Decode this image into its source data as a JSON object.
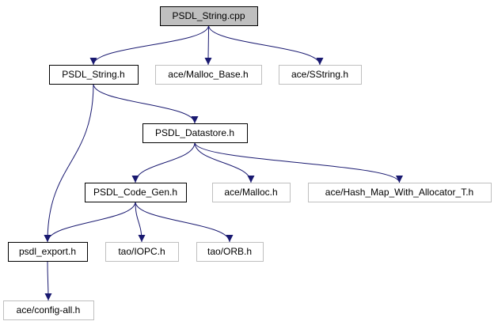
{
  "diagram": {
    "type": "include-dependency-graph",
    "colors": {
      "edge": "#191970",
      "focus_fill": "#bfbfbf",
      "node_fill": "#ffffff",
      "documented_border": "#000000",
      "external_border": "#bfbfbf"
    },
    "nodes": [
      {
        "id": "psdl_string_cpp",
        "label": "PSDL_String.cpp",
        "kind": "focus"
      },
      {
        "id": "psdl_string_h",
        "label": "PSDL_String.h",
        "kind": "documented"
      },
      {
        "id": "ace_malloc_base_h",
        "label": "ace/Malloc_Base.h",
        "kind": "external"
      },
      {
        "id": "ace_sstring_h",
        "label": "ace/SString.h",
        "kind": "external"
      },
      {
        "id": "psdl_datastore_h",
        "label": "PSDL_Datastore.h",
        "kind": "documented"
      },
      {
        "id": "psdl_code_gen_h",
        "label": "PSDL_Code_Gen.h",
        "kind": "documented"
      },
      {
        "id": "ace_malloc_h",
        "label": "ace/Malloc.h",
        "kind": "external"
      },
      {
        "id": "ace_hash_map_h",
        "label": "ace/Hash_Map_With_Allocator_T.h",
        "kind": "external"
      },
      {
        "id": "psdl_export_h",
        "label": "psdl_export.h",
        "kind": "documented"
      },
      {
        "id": "tao_iopc_h",
        "label": "tao/IOPC.h",
        "kind": "external"
      },
      {
        "id": "tao_orb_h",
        "label": "tao/ORB.h",
        "kind": "external"
      },
      {
        "id": "ace_config_all_h",
        "label": "ace/config-all.h",
        "kind": "external"
      }
    ],
    "edges": [
      {
        "from": "psdl_string_cpp",
        "to": "psdl_string_h"
      },
      {
        "from": "psdl_string_cpp",
        "to": "ace_malloc_base_h"
      },
      {
        "from": "psdl_string_cpp",
        "to": "ace_sstring_h"
      },
      {
        "from": "psdl_string_h",
        "to": "psdl_datastore_h"
      },
      {
        "from": "psdl_string_h",
        "to": "psdl_export_h"
      },
      {
        "from": "psdl_datastore_h",
        "to": "psdl_code_gen_h"
      },
      {
        "from": "psdl_datastore_h",
        "to": "ace_malloc_h"
      },
      {
        "from": "psdl_datastore_h",
        "to": "ace_hash_map_h"
      },
      {
        "from": "psdl_code_gen_h",
        "to": "psdl_export_h"
      },
      {
        "from": "psdl_code_gen_h",
        "to": "tao_iopc_h"
      },
      {
        "from": "psdl_code_gen_h",
        "to": "tao_orb_h"
      },
      {
        "from": "psdl_export_h",
        "to": "ace_config_all_h"
      }
    ]
  }
}
